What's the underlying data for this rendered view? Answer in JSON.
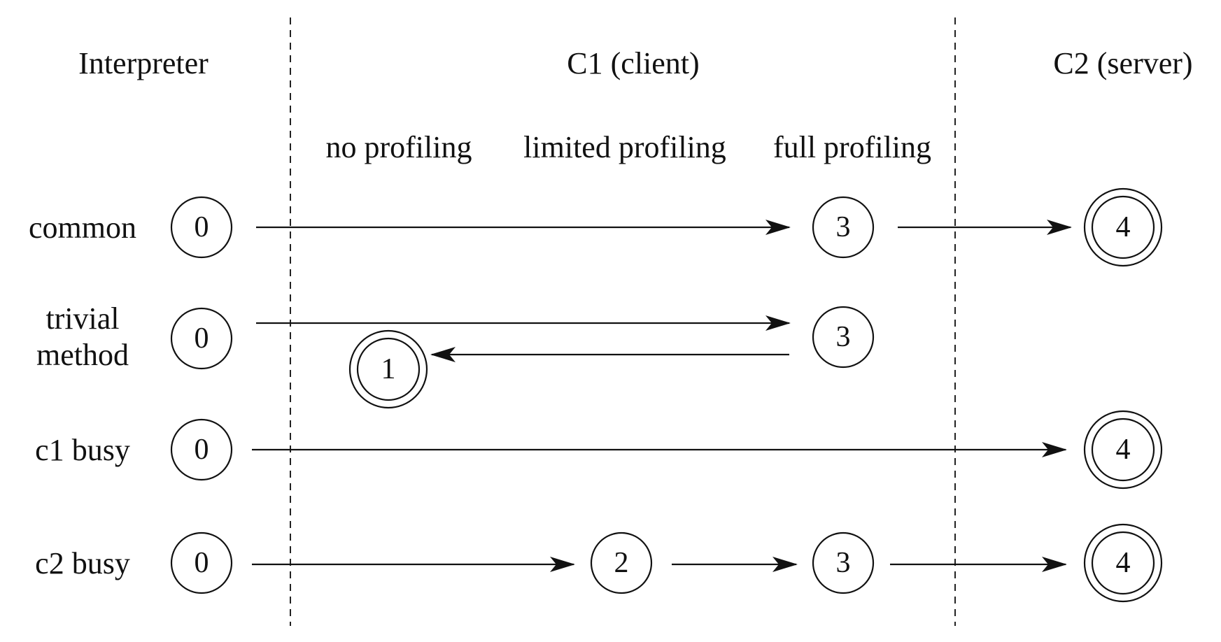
{
  "columns": {
    "interpreter": "Interpreter",
    "c1": "C1 (client)",
    "c2": "C2 (server)"
  },
  "profiling": {
    "none": "no profiling",
    "limited": "limited profiling",
    "full": "full profiling"
  },
  "rows": {
    "common": {
      "label": "common"
    },
    "trivial": {
      "label_line1": "trivial",
      "label_line2": "method"
    },
    "c1busy": {
      "label": "c1 busy"
    },
    "c2busy": {
      "label": "c2 busy"
    }
  },
  "levels": {
    "l0": "0",
    "l1": "1",
    "l2": "2",
    "l3": "3",
    "l4": "4"
  }
}
